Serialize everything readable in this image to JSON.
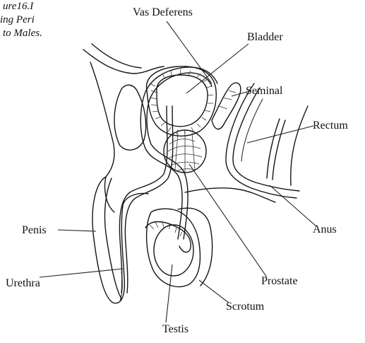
{
  "caption": {
    "line1": "ure16.I",
    "line2": "ing Peri",
    "line3": "to Males."
  },
  "labels": {
    "vas_deferens": "Vas Deferens",
    "bladder": "Bladder",
    "seminal": "Seminal",
    "rectum": "Rectum",
    "anus": "Anus",
    "penis": "Penis",
    "urethra": "Urethra",
    "prostate": "Prostate",
    "scrotum": "Scrotum",
    "testis": "Testis"
  },
  "colors": {
    "ink": "#151515",
    "background": "#ffffff"
  }
}
